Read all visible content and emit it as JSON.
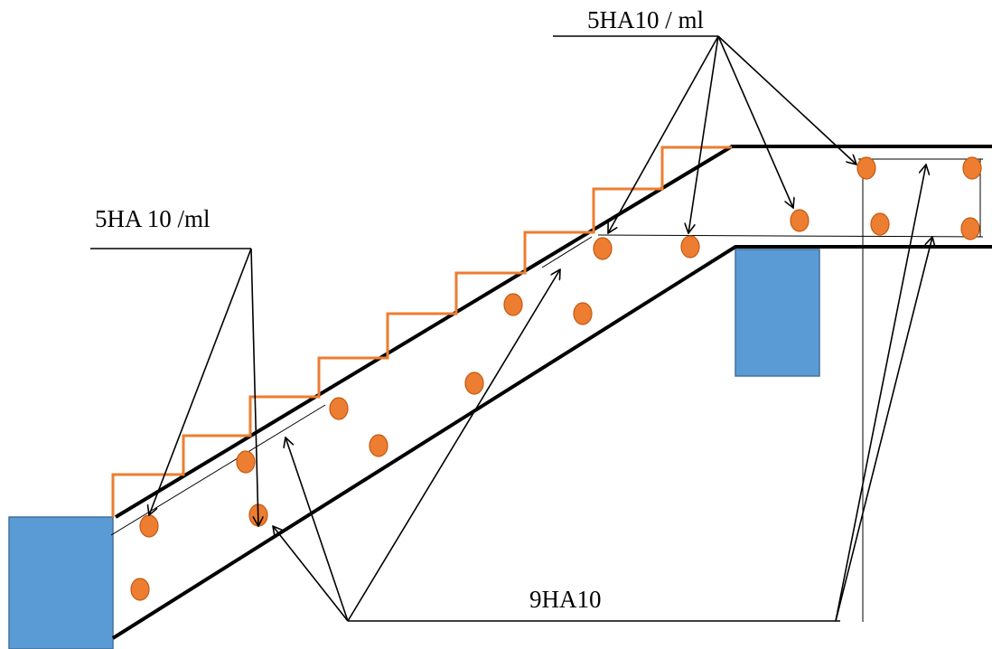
{
  "labels": {
    "top_rebar": "5HA10 / ml",
    "left_rebar": "5HA 10 /ml",
    "bottom_rebar": "9HA10"
  },
  "colors": {
    "slab_outline": "#000000",
    "stair_steps": "#ED7D31",
    "rebar_dot": "#ED7D31",
    "rebar_dot_stroke": "#C55A11",
    "support": "#5B9BD5",
    "support_stroke": "#41719C",
    "leader_line": "#000000"
  }
}
